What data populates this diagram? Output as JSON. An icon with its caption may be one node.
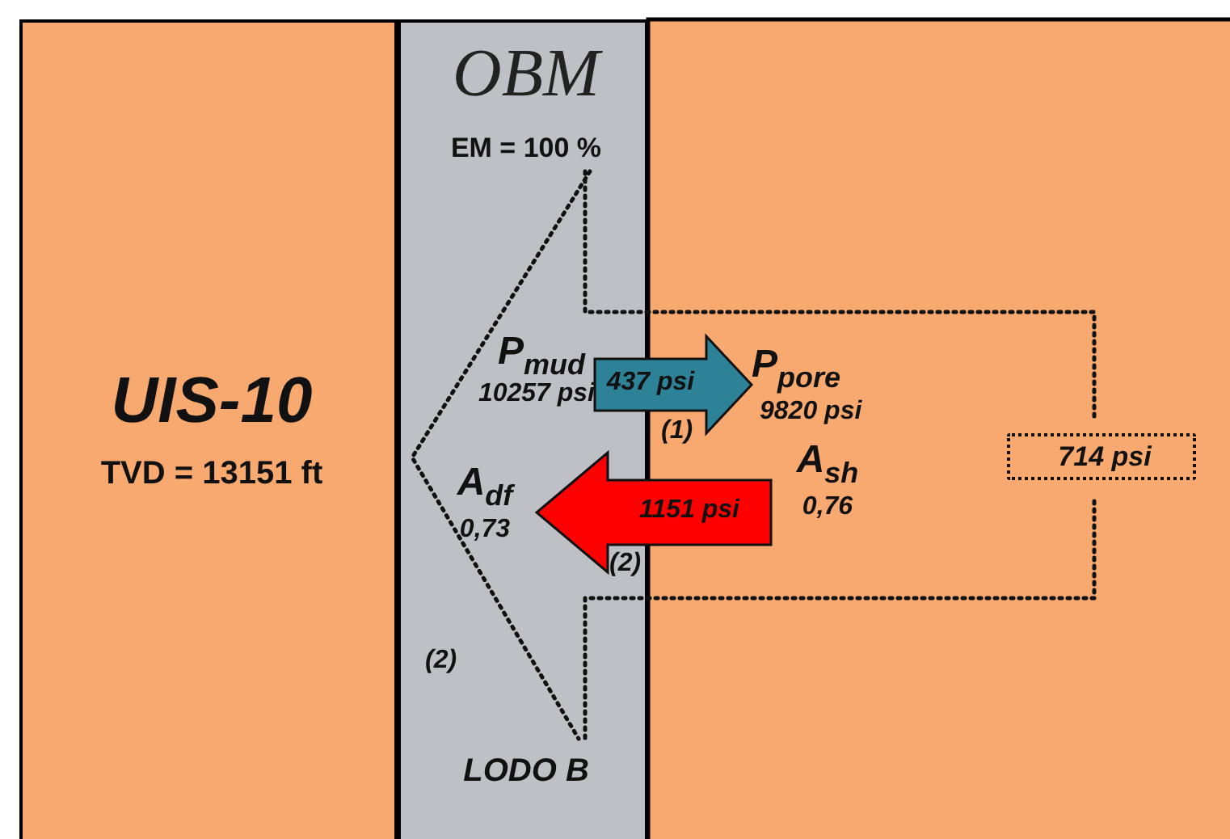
{
  "diagram": {
    "nodes": [
      {
        "text": [
          "UIS-10",
          "TVD = 13151 ft"
        ]
      },
      {
        "text": [
          "OBM",
          "EM = 100 %",
          "LODO B"
        ]
      },
      {
        "text": [
          "P$_{mud}$",
          "10257 psi"
        ],
        "in": 1
      },
      {
        "text": [
          "P$_{pore}$",
          "9820 psi"
        ]
      },
      {
        "text": [
          "A$_{df}$",
          "0,73"
        ],
        "in": 1
      },
      {
        "text": [
          "A$_{sh}$",
          "0,76"
        ]
      },
      {
        "text": [
          "714 psi"
        ]
      }
    ],
    "edges": [
      {
        "from": 2,
        "to": 3,
        "arrow": "to",
        "label": "437 psi",
        "color": "#2e8298"
      },
      {
        "from": 5,
        "to": 4,
        "arrow": "to",
        "label": "1151 psi",
        "color": "#ff0000"
      }
    ],
    "labels": [
      "(1)",
      "(2)",
      "(2)"
    ]
  }
}
